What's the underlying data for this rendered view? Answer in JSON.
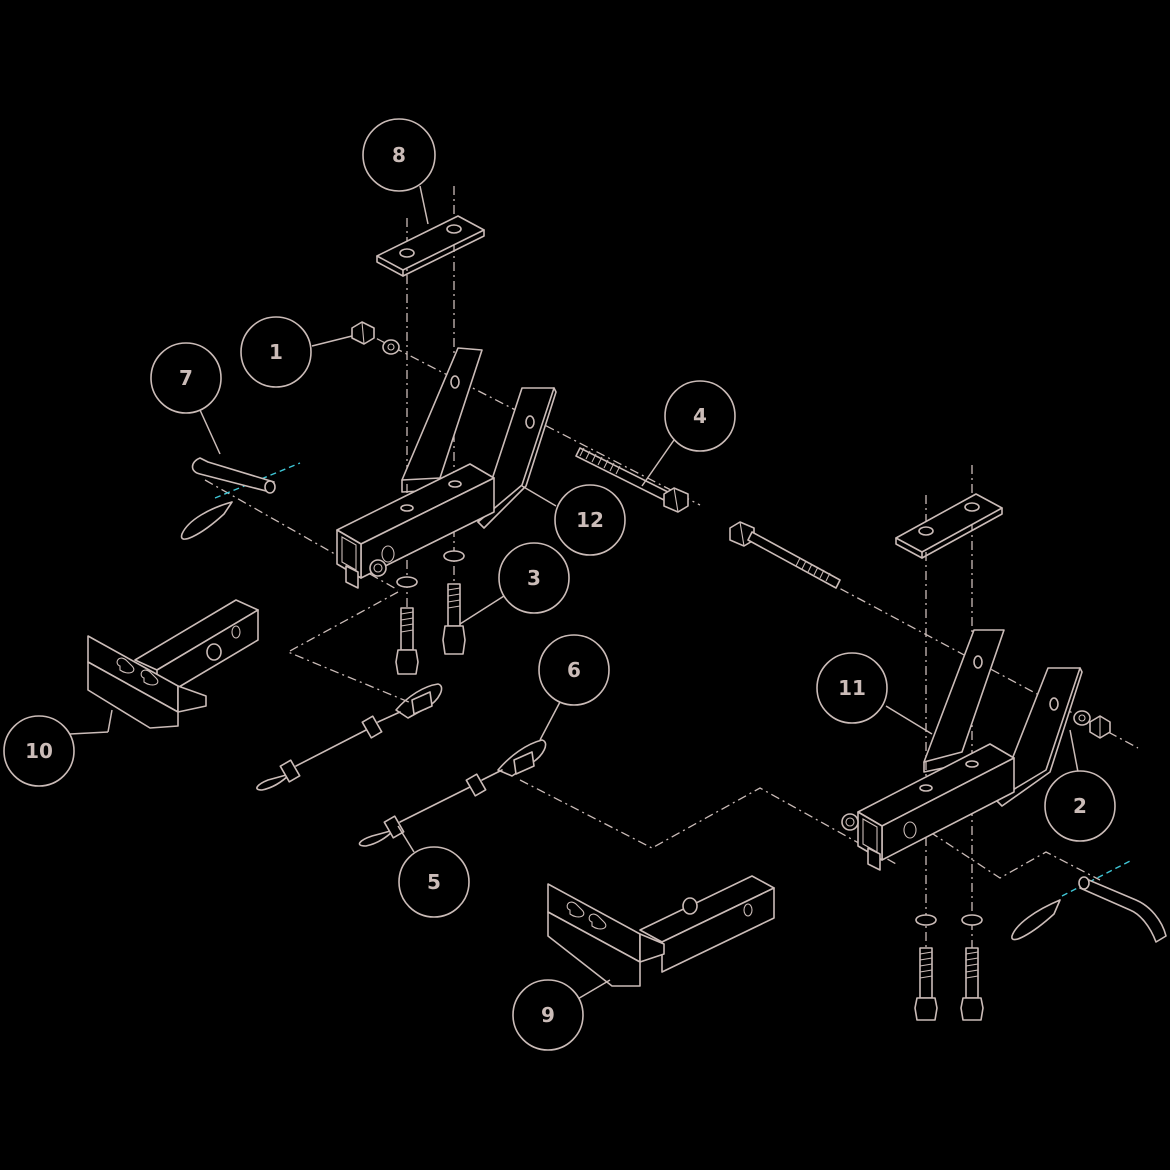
{
  "diagram": {
    "type": "exploded-parts-view",
    "colors": {
      "background": "#000000",
      "line": "#cbbcb8",
      "centerline_accent": "#3fc6d6"
    },
    "callouts": [
      {
        "label": "1"
      },
      {
        "label": "2"
      },
      {
        "label": "3"
      },
      {
        "label": "4"
      },
      {
        "label": "5"
      },
      {
        "label": "6"
      },
      {
        "label": "7"
      },
      {
        "label": "8"
      },
      {
        "label": "9"
      },
      {
        "label": "10"
      },
      {
        "label": "11"
      },
      {
        "label": "12"
      }
    ]
  }
}
